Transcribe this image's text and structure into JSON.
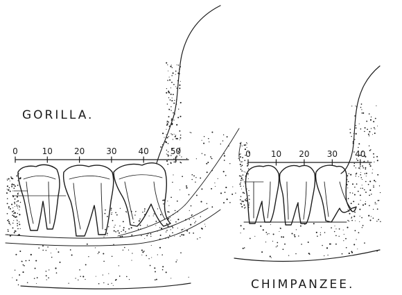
{
  "labels": {
    "left_specimen": "GORILLA.",
    "right_specimen": "CHIMPANZEE."
  },
  "scales": {
    "gorilla": {
      "ticks": [
        "0",
        "10",
        "20",
        "30",
        "40",
        "50"
      ]
    },
    "chimpanzee": {
      "ticks": [
        "0",
        "10",
        "20",
        "30",
        "40"
      ]
    }
  },
  "colors": {
    "ink": "#1a1a1a",
    "paper": "#ffffff"
  }
}
